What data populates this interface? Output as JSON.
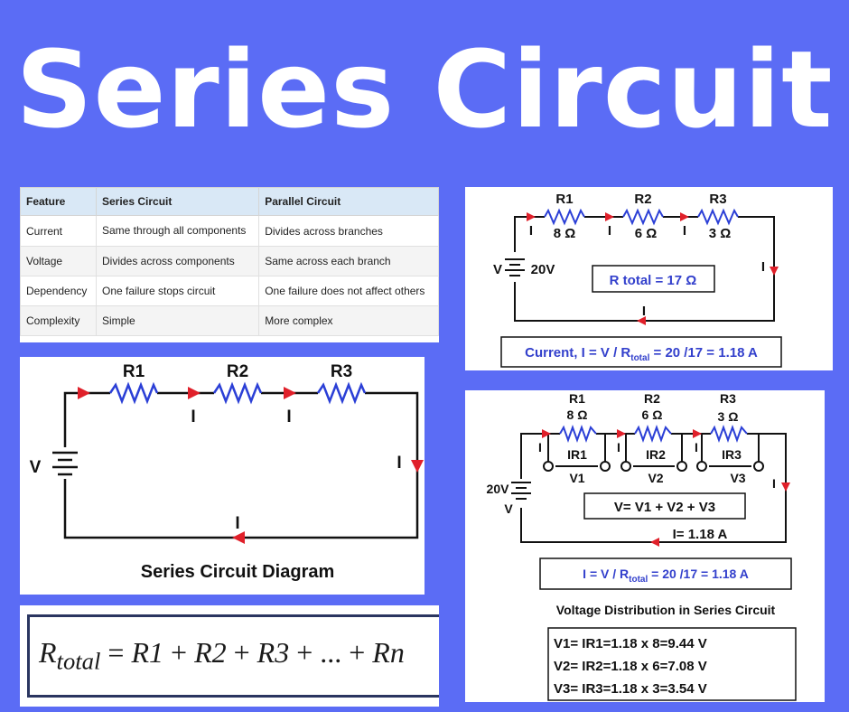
{
  "title": "Series Circuit",
  "table": {
    "headers": [
      "Feature",
      "Series Circuit",
      "Parallel Circuit"
    ],
    "rows": [
      [
        "Current",
        "Same through all components",
        "Divides across branches"
      ],
      [
        "Voltage",
        "Divides across components",
        "Same across each branch"
      ],
      [
        "Dependency",
        "One failure stops circuit",
        "One failure does not affect others"
      ],
      [
        "Complexity",
        "Simple",
        "More complex"
      ]
    ]
  },
  "circuit_a": {
    "resistor_labels": [
      "R1",
      "R2",
      "R3"
    ],
    "resistor_values": [
      "8 Ω",
      "6 Ω",
      "3 Ω"
    ],
    "current_label": "I",
    "source_label": "V",
    "source_value": "20V",
    "r_total": "R total = 17 Ω",
    "current_eq_prefix": "Current, I = V / R",
    "current_eq_sub": "total",
    "current_eq_suffix": " = 20 /17 = 1.18 A"
  },
  "circuit_b": {
    "resistor_labels": [
      "R1",
      "R2",
      "R3"
    ],
    "current_label": "I",
    "source_label": "V",
    "caption": "Series Circuit Diagram"
  },
  "circuit_c": {
    "resistor_labels": [
      "R1",
      "R2",
      "R3"
    ],
    "resistor_values": [
      "8 Ω",
      "6 Ω",
      "3 Ω"
    ],
    "drop_labels": [
      "IR1",
      "IR2",
      "IR3"
    ],
    "volt_labels": [
      "V1",
      "V2",
      "V3"
    ],
    "current_label": "I",
    "source_value": "20V",
    "source_label": "V",
    "sum_eq": "V= V1 + V2 + V3",
    "current_value": "I= 1.18 A",
    "ohm_eq_prefix": "I = V / R",
    "ohm_eq_sub": "total",
    "ohm_eq_suffix": " = 20 /17 = 1.18 A",
    "dist_title": "Voltage Distribution in Series Circuit",
    "dist_lines": [
      "V1= IR1=1.18 x 8=9.44 V",
      "V2= IR2=1.18 x 6=7.08 V",
      "V3= IR3=1.18 x 3=3.54 V"
    ]
  },
  "formula": {
    "lhs": "R",
    "lhs_sub": "total",
    "terms": [
      "R1",
      "R2",
      "R3"
    ],
    "dots": "...",
    "last": "Rn"
  },
  "colors": {
    "background": "#5b6cf5",
    "resistor": "#2b3fd6",
    "arrow": "#e0202a",
    "text_blue": "#3340cc"
  }
}
